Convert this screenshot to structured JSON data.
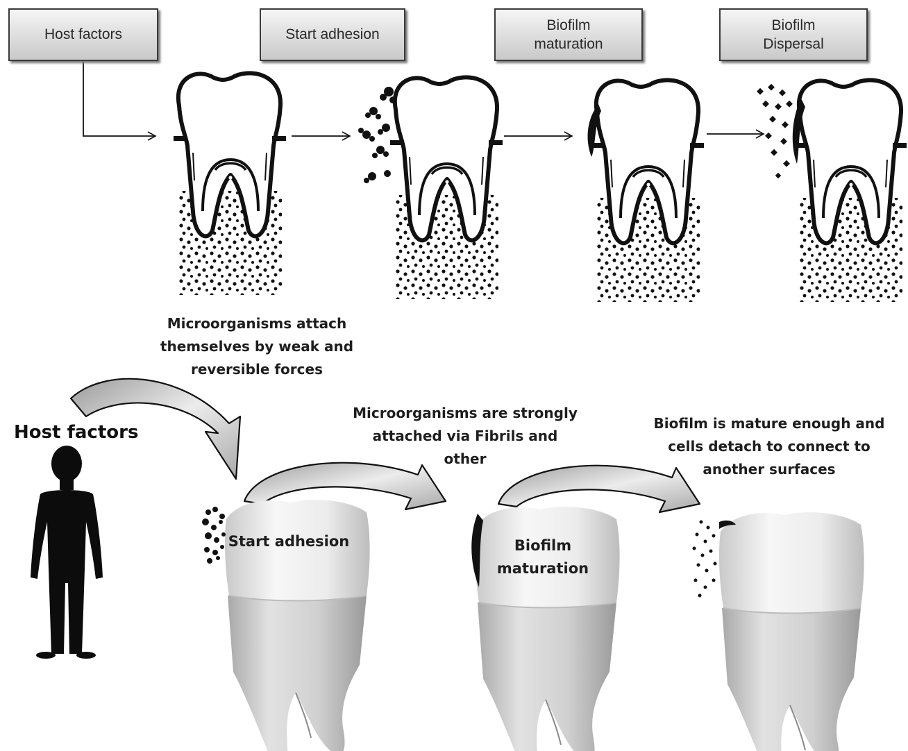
{
  "top_boxes": [
    {
      "lines": [
        "Host factors"
      ]
    },
    {
      "lines": [
        "Start adhesion"
      ]
    },
    {
      "lines": [
        "Biofilm",
        "maturation"
      ]
    },
    {
      "lines": [
        "Biofilm",
        "Dispersal"
      ]
    }
  ],
  "notes": {
    "weak_forces": [
      "Microorganisms attach",
      "themselves by weak and",
      "reversible forces"
    ],
    "fibrils": [
      "Microorganisms  are strongly",
      "attached via Fibrils and",
      "other"
    ],
    "dispersal": [
      "Biofilm is mature enough and",
      "cells detach to connect to",
      "another surfaces"
    ]
  },
  "host_label": "Host factors",
  "tooth_labels": {
    "adhesion": [
      "Start adhesion"
    ],
    "maturation": [
      "Biofilm",
      "maturation"
    ]
  },
  "colors": {
    "ink": "#111111",
    "box_top": "#f5f5f5",
    "box_bottom": "#c9c9c9",
    "curved_arrow_fill": "#c8c8c8"
  },
  "icons": [
    "tooth-section-icon",
    "person-silhouette-icon",
    "molar-tooth-icon",
    "curved-arrow-icon",
    "straight-arrow-icon"
  ]
}
